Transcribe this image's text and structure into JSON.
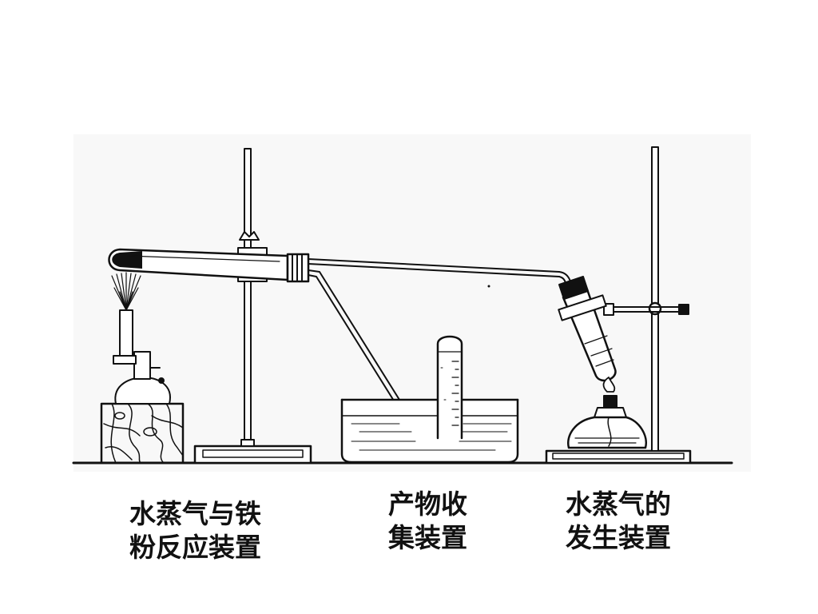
{
  "labels": {
    "reaction_device": {
      "line1": "水蒸气与铁",
      "line2": "粉反应装置"
    },
    "collection_device": {
      "line1": "产物收",
      "line2": "集装置"
    },
    "generator_device": {
      "line1": "水蒸气的",
      "line2": "发生装置"
    }
  },
  "colors": {
    "ink": "#111111",
    "background": "#ffffff",
    "panel": "#f8f8f8"
  }
}
